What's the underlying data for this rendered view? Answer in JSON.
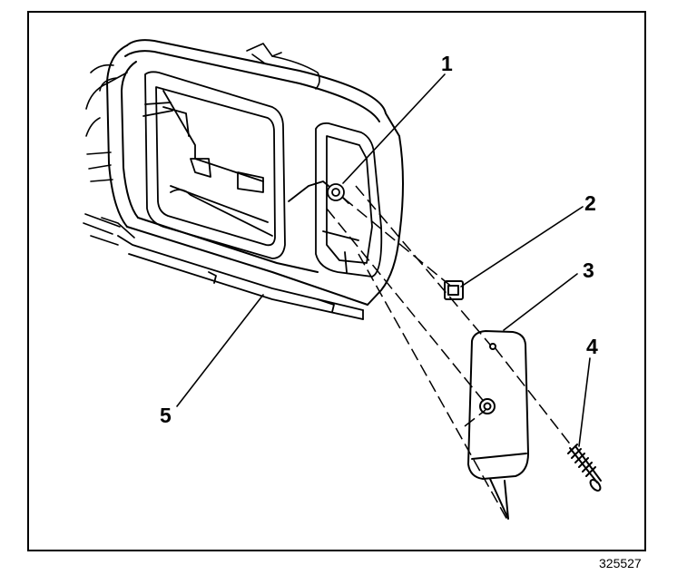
{
  "diagram": {
    "callouts": [
      {
        "id": "1",
        "label": "1"
      },
      {
        "id": "2",
        "label": "2"
      },
      {
        "id": "3",
        "label": "3"
      },
      {
        "id": "4",
        "label": "4"
      },
      {
        "id": "5",
        "label": "5"
      }
    ],
    "figure_number": "325527",
    "colors": {
      "line": "#000000",
      "background": "#ffffff"
    }
  }
}
